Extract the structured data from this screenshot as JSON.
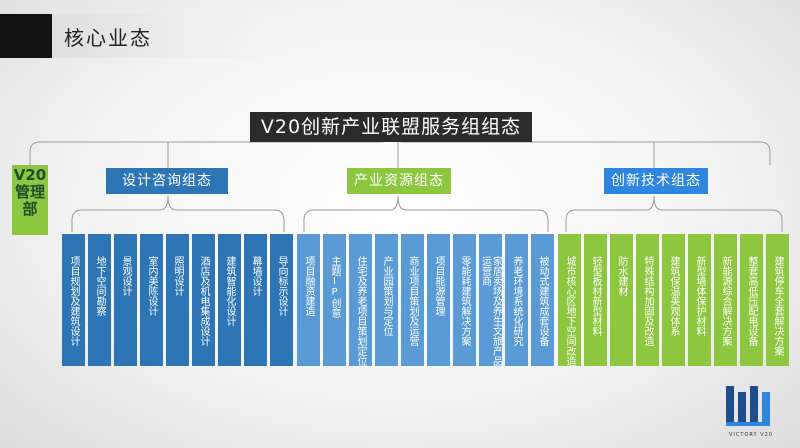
{
  "header": {
    "title": "核心业态"
  },
  "main_title": "V20创新产业联盟服务组组态",
  "management": {
    "label": "V20管理部"
  },
  "groups": [
    {
      "label": "设计咨询组态",
      "color": "#2e75b6"
    },
    {
      "label": "产业资源组态",
      "color": "#8dc63f"
    },
    {
      "label": "创新技术组态",
      "color": "#2e86de"
    }
  ],
  "columns": [
    "项目规划及建筑设计",
    "地下空间勘察",
    "景观设计",
    "室内美陈设计",
    "照明设计",
    "酒店及机电集成设计",
    "建筑智能化设计",
    "幕墙设计",
    "导向标示设计",
    "项目融资建造",
    "主题IP创意",
    "住宅及养老项目策划定位",
    "产业园策划与定位",
    "商业项目策划及运营",
    "项目能源管理",
    "零能耗建筑解决方案",
    "家居卖场及养生文旅产品运营商",
    "养老环境系统化研究",
    "被动式建筑成套设备",
    "城市核心区地下空间改造",
    "轻型板材新型材料",
    "防水建材",
    "特殊结构加固及改造",
    "建筑保温美观体系",
    "新型墙体保护材料",
    "新能源综合解决方案",
    "整套高低压配电设备",
    "建筑停车全套解决方案"
  ],
  "logo": {
    "text": "VICTORY V20"
  }
}
